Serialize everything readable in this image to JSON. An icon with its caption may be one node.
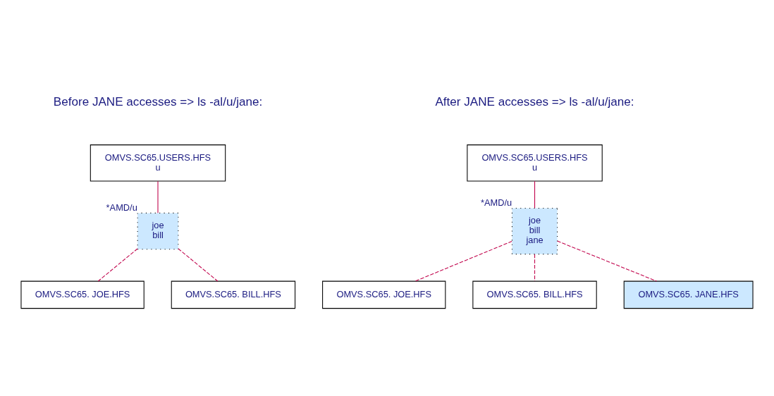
{
  "diagram": {
    "nodes": [
      {
        "text": [
          "OMVS.SC65.USERS.HFS",
          "u"
        ]
      },
      {
        "text": [
          "joe",
          "bill"
        ],
        "beside": [
          "*AMD/u"
        ]
      },
      {
        "text": [
          "OMVS.SC65. JOE.HFS"
        ]
      },
      {
        "text": [
          "OMVS.SC65. BILL.HFS"
        ]
      },
      {
        "text": [
          "OMVS.SC65.USERS.HFS",
          "u"
        ]
      },
      {
        "text": [
          "joe",
          "bill",
          "jane"
        ],
        "beside": [
          "*AMD/u"
        ]
      },
      {
        "text": [
          "OMVS.SC65. JOE.HFS"
        ]
      },
      {
        "text": [
          "OMVS.SC65. BILL.HFS"
        ]
      },
      {
        "text": [
          "OMVS.SC65. JANE.HFS"
        ]
      }
    ],
    "edges": [
      {
        "from": 0,
        "to": 1,
        "arrow": "none"
      },
      {
        "from": 1,
        "to": 2,
        "arrow": "none",
        "style": "dashed"
      },
      {
        "from": 1,
        "to": 3,
        "arrow": "none",
        "style": "dashed"
      },
      {
        "from": 4,
        "to": 5,
        "arrow": "none"
      },
      {
        "from": 5,
        "to": 6,
        "arrow": "none",
        "style": "dashed"
      },
      {
        "from": 5,
        "to": 7,
        "arrow": "none",
        "style": "dashed"
      },
      {
        "from": 5,
        "to": 8,
        "arrow": "none",
        "style": "dashed"
      }
    ],
    "labels": [
      "Before JANE accesses => ls -al/u/jane:",
      "After JANE accesses => ls -al/u/jane:"
    ]
  }
}
